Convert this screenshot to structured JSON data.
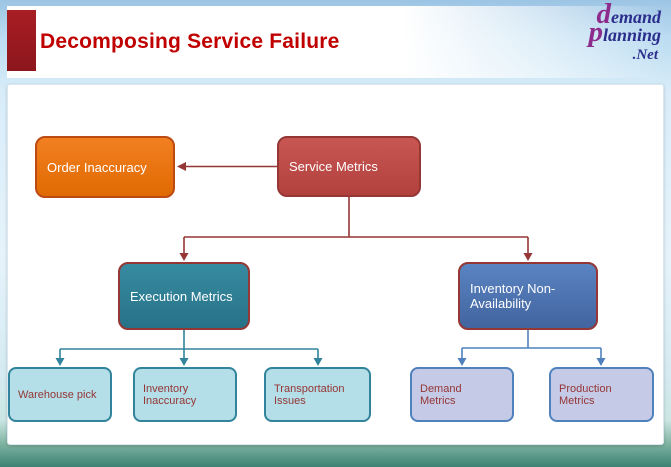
{
  "header": {
    "title": "Decomposing Service Failure",
    "logo": {
      "initial1": "d",
      "word1": "emand",
      "initial2": "p",
      "word2": "lanning",
      "suffix": ".Net"
    }
  },
  "colors": {
    "title_text": "#C00000",
    "header_accent_block": "#9C1B22",
    "logo_blue": "#2B2E8C",
    "logo_purple": "#8E2C8E",
    "order_inaccuracy_fill": "#E97310",
    "service_metrics_fill": "#BE4B48",
    "execution_metrics_fill": "#2E8099",
    "inventory_non_availability_fill": "#4E79B8",
    "execution_child_fill": "#B4DEE8",
    "inventory_child_fill": "#C5CAE7",
    "red_connector": "#953735",
    "teal_connector": "#31849B",
    "blue_connector": "#4F81BD",
    "child_text": "#943634"
  },
  "diagram": {
    "nodes": {
      "order_inaccuracy": {
        "label": "Order Inaccuracy"
      },
      "service_metrics": {
        "label": "Service Metrics"
      },
      "execution_metrics": {
        "label": "Execution Metrics"
      },
      "inventory_non_availability": {
        "label": "Inventory Non-Availability"
      },
      "warehouse_pick": {
        "label": "Warehouse pick"
      },
      "inventory_inaccuracy": {
        "label": "Inventory Inaccuracy"
      },
      "transportation_issues": {
        "label": "Transportation Issues"
      },
      "demand_metrics": {
        "label": "Demand Metrics"
      },
      "production_metrics": {
        "label": "Production Metrics"
      }
    },
    "edges": [
      {
        "from": "service_metrics",
        "to": "order_inaccuracy"
      },
      {
        "from": "service_metrics",
        "to": "execution_metrics"
      },
      {
        "from": "service_metrics",
        "to": "inventory_non_availability"
      },
      {
        "from": "execution_metrics",
        "to": "warehouse_pick"
      },
      {
        "from": "execution_metrics",
        "to": "inventory_inaccuracy"
      },
      {
        "from": "execution_metrics",
        "to": "transportation_issues"
      },
      {
        "from": "inventory_non_availability",
        "to": "demand_metrics"
      },
      {
        "from": "inventory_non_availability",
        "to": "production_metrics"
      }
    ]
  }
}
